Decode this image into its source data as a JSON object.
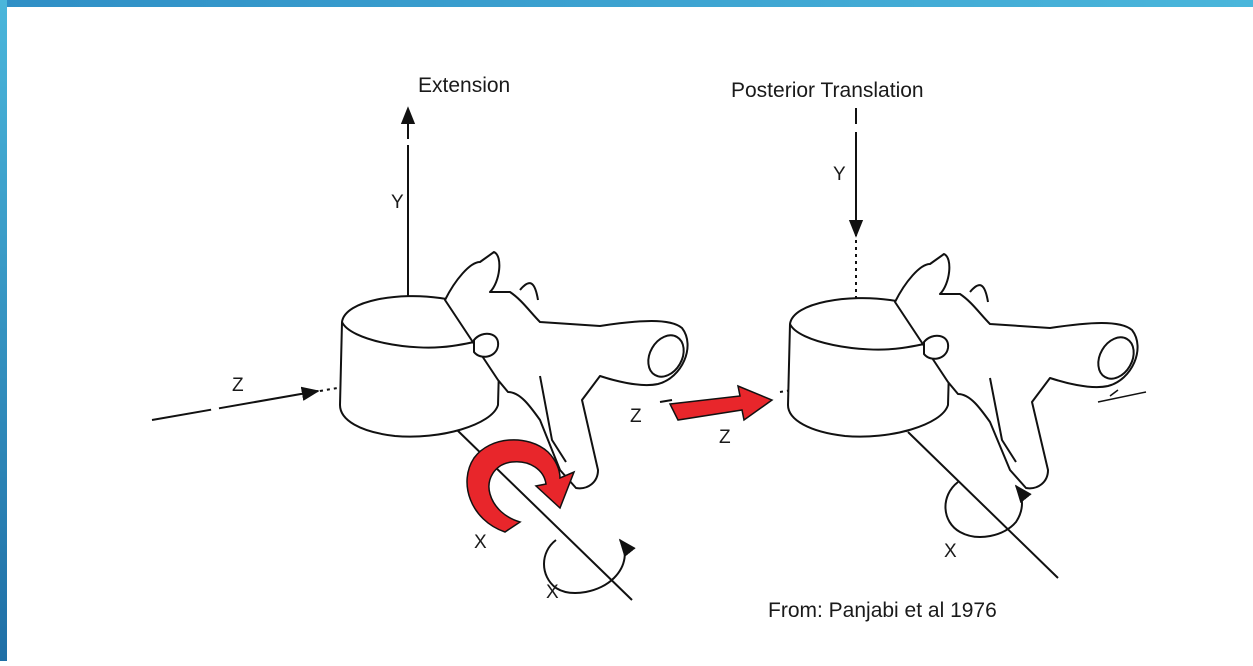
{
  "slide": {
    "accent_color": "#3aa7d3",
    "source": "From:  Panjabi et al 1976"
  },
  "left_diagram": {
    "title": "Extension",
    "axis_y": "Y",
    "axis_z": "Z",
    "axis_x_rotation": "X",
    "axis_x_red": "X",
    "highlight_color": "#e8262b"
  },
  "right_diagram": {
    "title": "Posterior Translation",
    "axis_y": "Y",
    "axis_z_upper": "Z",
    "axis_z_lower": "Z",
    "axis_x": "X",
    "highlight_color": "#e8262b"
  }
}
